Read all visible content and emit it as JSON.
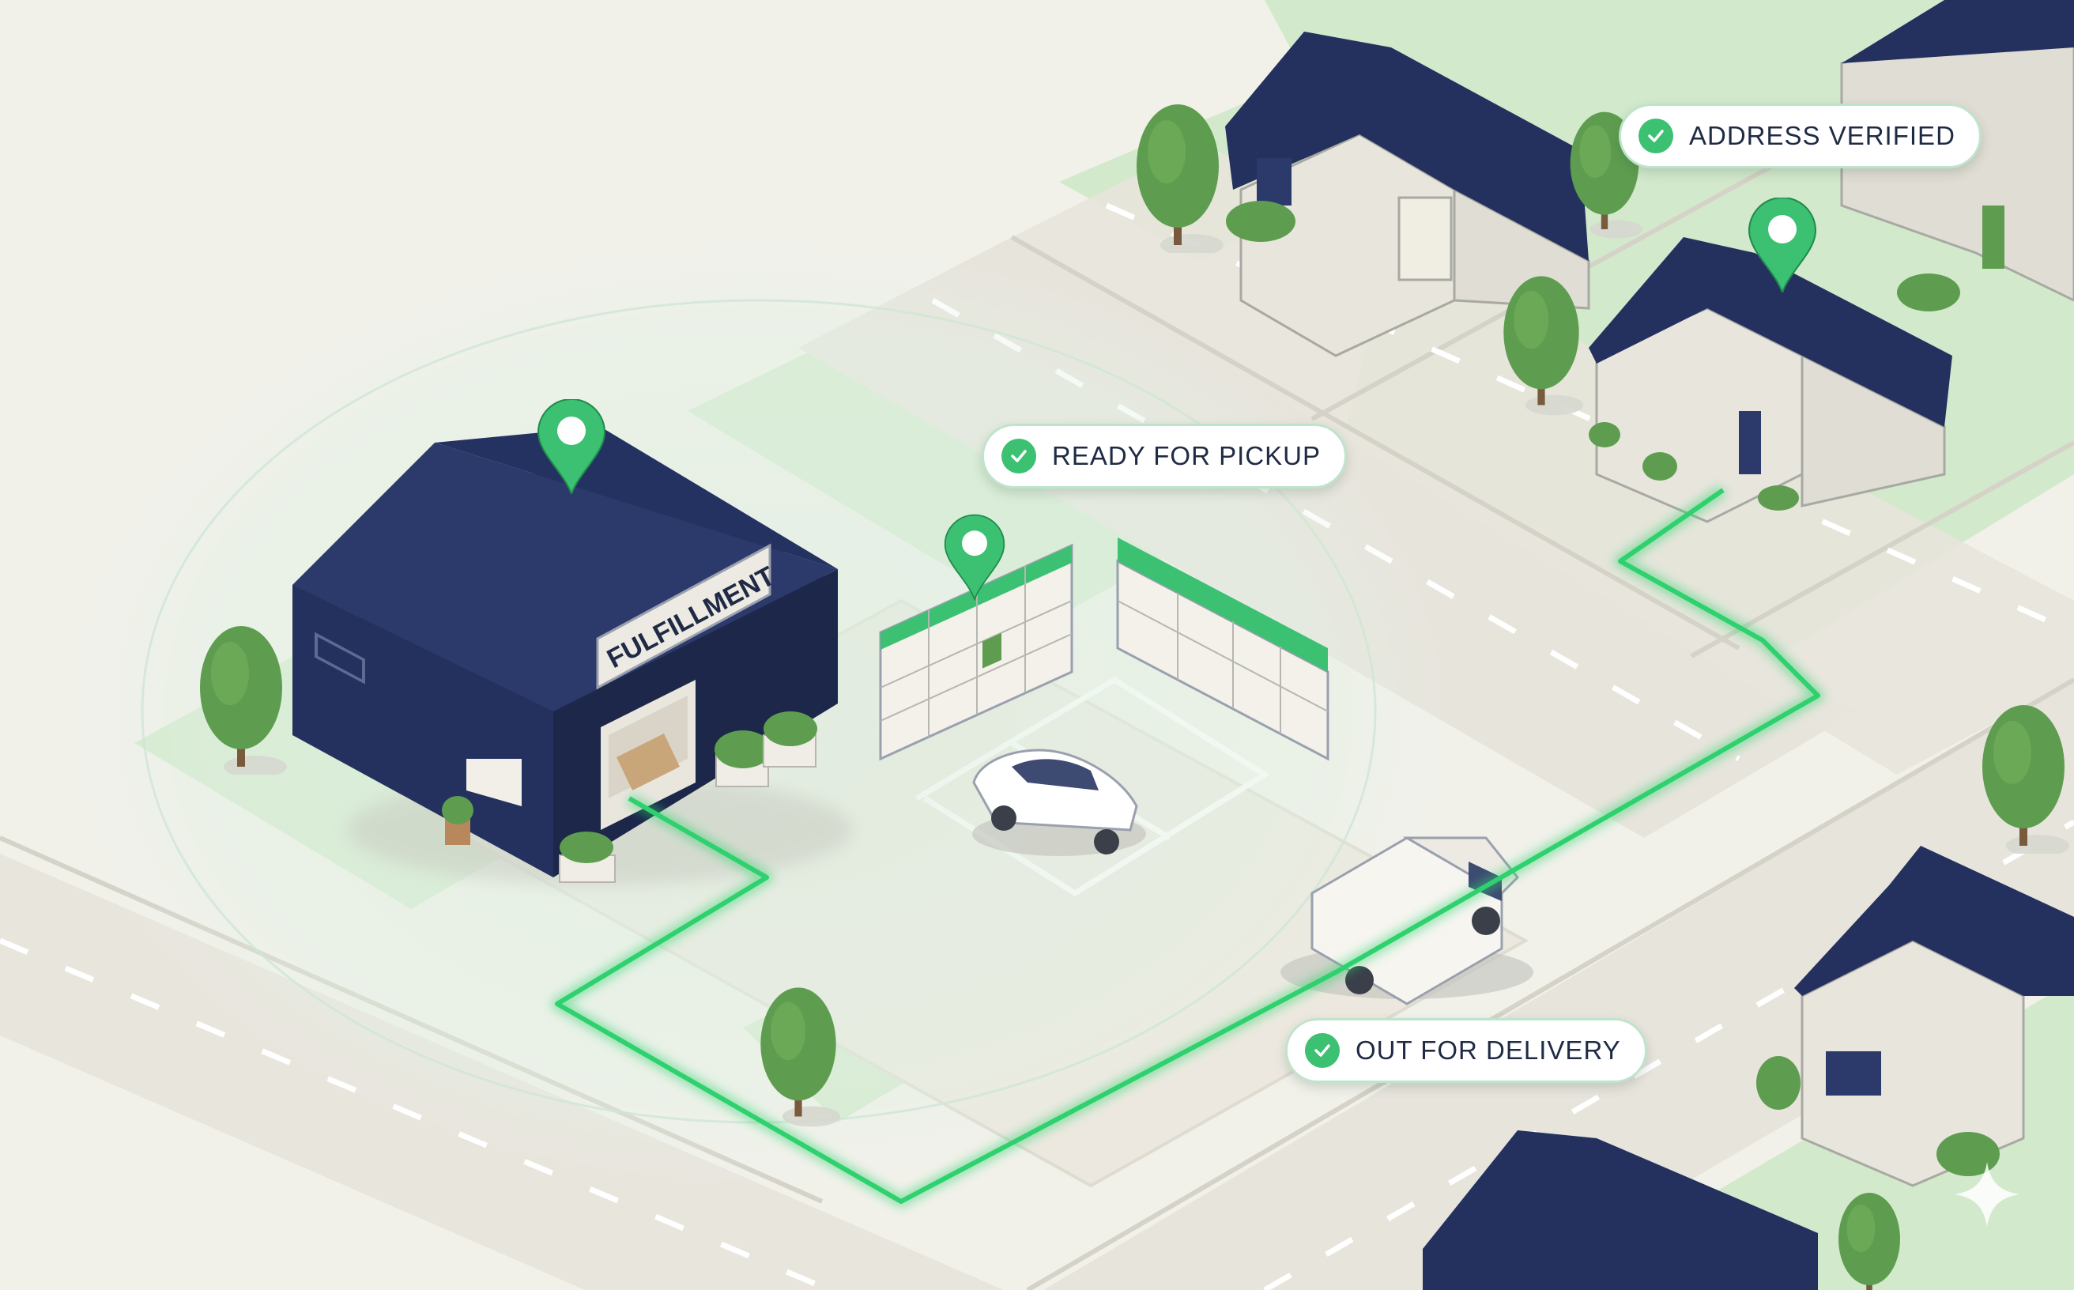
{
  "scene": {
    "building_sign": "FULFILLMENT",
    "statuses": {
      "address_verified": "ADDRESS VERIFIED",
      "ready_for_pickup": "READY FOR PICKUP",
      "out_for_delivery": "OUT FOR DELIVERY"
    },
    "icons": [
      "location-pin-icon",
      "check-icon",
      "sparkle-icon"
    ],
    "colors": {
      "accent_green": "#3cc072",
      "route_green": "#2fd16e",
      "roof_navy": "#24315e",
      "lawn_green": "#d3e9cc",
      "tree_green": "#5b9a4f",
      "ground": "#efeee8"
    }
  }
}
